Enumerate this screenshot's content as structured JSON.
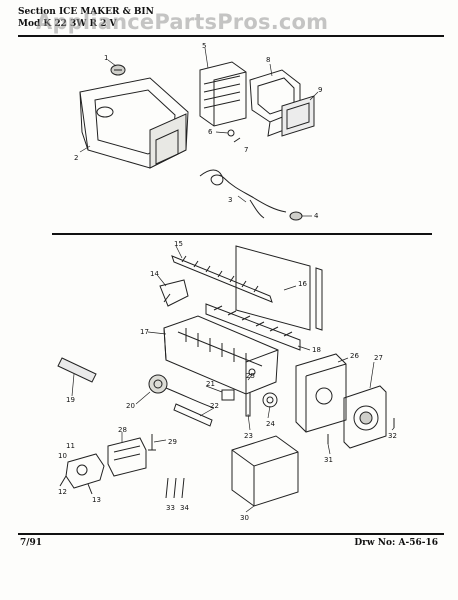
{
  "header": {
    "section_line": "Section     ICE MAKER & BIN",
    "model_line": "Mod   K   22    3W   R   2     V"
  },
  "watermark": "AppliancePartsPros.com",
  "footer": {
    "date": "7/91",
    "drawing_no": "Drw No: A-56-16"
  },
  "callouts": {
    "c1": "1",
    "c2": "2",
    "c3": "3",
    "c4": "4",
    "c5": "5",
    "c6": "6",
    "c7": "7",
    "c8": "8",
    "c9": "9",
    "c10": "10",
    "c11": "11",
    "c12": "12",
    "c13": "13",
    "c14": "14",
    "c15": "15",
    "c16": "16",
    "c17": "17",
    "c18": "18",
    "c19": "19",
    "c20": "20",
    "c21": "21",
    "c22": "22",
    "c23": "23",
    "c24": "24",
    "c25": "25",
    "c26": "26",
    "c27": "27",
    "c28": "28",
    "c29": "29",
    "c30": "30",
    "c31": "31",
    "c32": "32",
    "c33": "33",
    "c34": "34"
  }
}
